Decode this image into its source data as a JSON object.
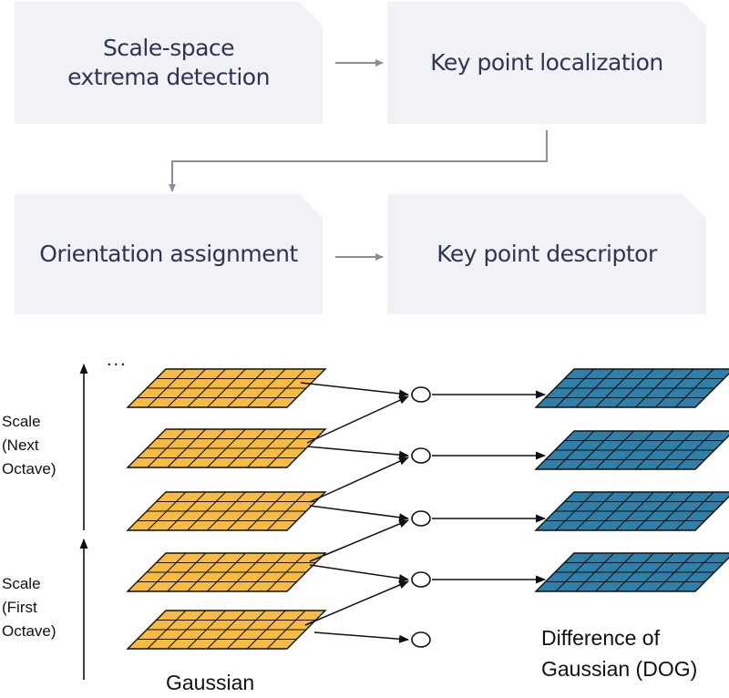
{
  "pipeline": {
    "steps": [
      {
        "label": "Scale-space\nextrema detection"
      },
      {
        "label": "Key point localization"
      },
      {
        "label": "Orientation assignment"
      },
      {
        "label": "Key point descriptor"
      }
    ]
  },
  "pyramid": {
    "ellipsis": "...",
    "scale_next_label": "Scale\n(Next\nOctave)",
    "scale_first_label": "Scale\n(First\nOctave)",
    "gaussian_label": "Gaussian",
    "dog_label": "Difference of\nGaussian (DOG)"
  },
  "colors": {
    "gaussian_fill": "#f5bb45",
    "dog_fill": "#2f7fa8",
    "box_fill": "#f1f2f5",
    "box_text": "#2d3552"
  }
}
